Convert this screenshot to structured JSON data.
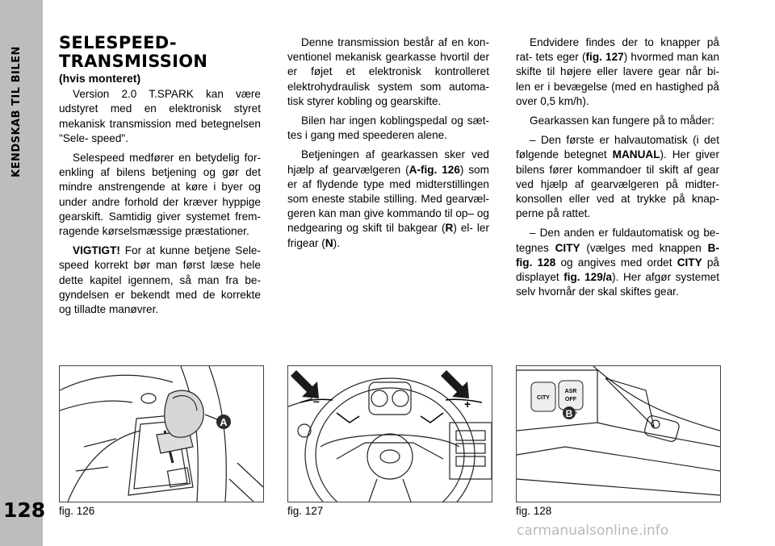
{
  "sidebar": {
    "title": "KENDSKAB TIL BILEN",
    "page_number": "128"
  },
  "heading": {
    "line1": "SELESPEED-",
    "line2": "TRANSMISSION",
    "sub": "(hvis monteret)"
  },
  "col1": {
    "p1": "Version 2.0 T.SPARK kan være udstyret med en elektronisk styret mekanisk transmission med betegnelsen \"Sele- speed\".",
    "p2": "Selespeed medfører en betydelig for- enkling af bilens betjening og gør det mindre anstrengende at køre i byer og under andre forhold der kræver hyppige gearskift. Samtidig giver systemet frem- ragende kørselsmæssige præstationer.",
    "p3_label": "VIGTIGT!",
    "p3": " For at kunne betjene Sele- speed korrekt bør man først læse hele dette kapitel igennem, så man fra be- gyndelsen er bekendt med de korrekte og tilladte manøvrer."
  },
  "col2": {
    "p1": "Denne transmission består af en kon- ventionel mekanisk gearkasse hvortil der er føjet et elektronisk kontrolleret elektrohydraulisk system som automa- tisk styrer kobling og gearskifte.",
    "p2": "Bilen har ingen koblingspedal og sæt- tes i gang med speederen alene.",
    "p3a": "Betjeningen af gearkassen sker ved hjælp af gearvælgeren (",
    "p3_ref": "A-fig. 126",
    "p3b": ") som er af flydende type med midterstillingen som eneste stabile stilling. Med gearvæl- geren kan man give kommando til op– og nedgearing og skift til bakgear (",
    "p3_r": "R",
    "p3c": ") el- ler frigear (",
    "p3_n": "N",
    "p3d": ")."
  },
  "col3": {
    "p1a": "Endvidere findes der to knapper på rat- tets eger (",
    "p1_ref": "fig. 127",
    "p1b": ") hvormed man kan skifte til højere eller lavere gear når bi- len er i bevægelse (med en hastighed på over 0,5 km/h).",
    "p2": "Gearkassen kan fungere på to måder:",
    "p3a": "– Den første er halvautomatisk (i det følgende betegnet ",
    "p3_manual": "MANUAL",
    "p3b": "). Her giver bilens fører kommandoer til skift af gear ved hjælp af gearvælgeren på midter- konsollen eller ved at trykke på knap- perne på rattet.",
    "p4a": "– Den anden er fuldautomatisk og be- tegnes ",
    "p4_city": "CITY",
    "p4b": " (vælges med knappen ",
    "p4_ref1": "B- fig. 128",
    "p4c": " og angives med ordet ",
    "p4_city2": "CITY",
    "p4d": " på displayet ",
    "p4_ref2": "fig. 129/a",
    "p4e": "). Her afgør systemet selv hvornår der skal skiftes gear."
  },
  "figures": {
    "fig126": {
      "caption": "fig. 126",
      "marker": "A"
    },
    "fig127": {
      "caption": "fig. 127",
      "minus": "–",
      "plus": "+"
    },
    "fig128": {
      "caption": "fig. 128",
      "marker": "B",
      "btn_city": "CITY",
      "btn_asr": "ASR",
      "btn_off": "OFF"
    }
  },
  "watermark": "carmanualsonline.info"
}
